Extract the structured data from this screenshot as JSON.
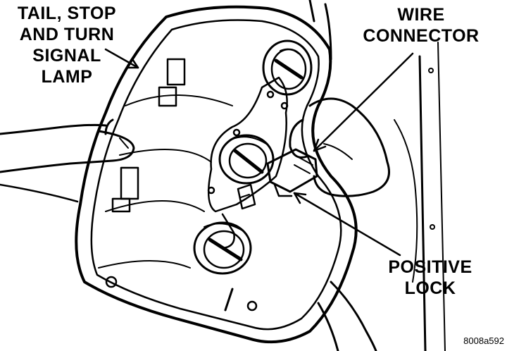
{
  "labels": {
    "lamp": [
      "TAIL, STOP",
      "AND TURN",
      "SIGNAL",
      "LAMP"
    ],
    "wire_connector": [
      "WIRE",
      "CONNECTOR"
    ],
    "positive_lock": [
      "POSITIVE",
      "LOCK"
    ]
  },
  "figure_code": "8008a592",
  "colors": {
    "ink": "#000000",
    "paper": "#ffffff"
  }
}
